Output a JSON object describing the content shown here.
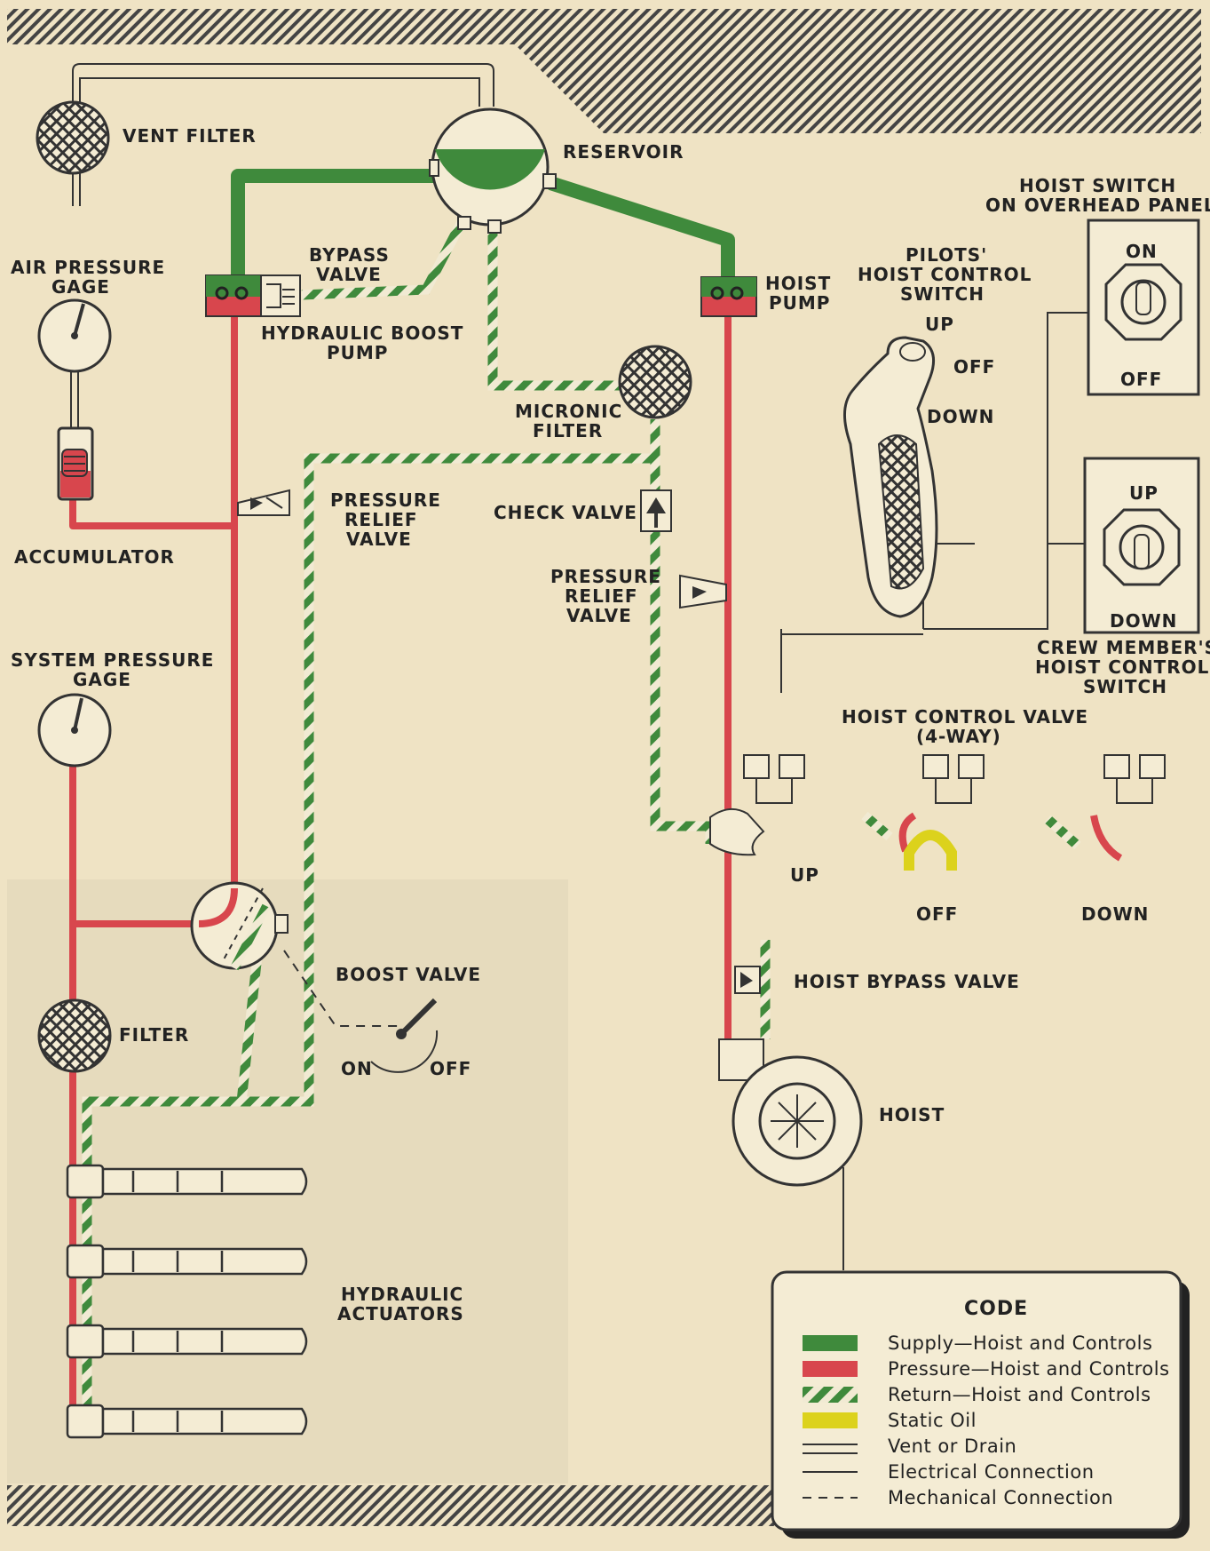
{
  "labels": {
    "vent_filter": "VENT FILTER",
    "reservoir": "RESERVOIR",
    "hoist_switch_1": "HOIST SWITCH",
    "hoist_switch_2": "ON OVERHEAD PANEL",
    "air_gage_1": "AIR PRESSURE",
    "air_gage_2": "GAGE",
    "bypass_valve_1": "BYPASS",
    "bypass_valve_2": "VALVE",
    "hoist_pump_1": "HOIST",
    "hoist_pump_2": "PUMP",
    "pilots_switch_1": "PILOTS'",
    "pilots_switch_2": "HOIST CONTROL",
    "pilots_switch_3": "SWITCH",
    "boost_pump_1": "HYDRAULIC BOOST",
    "boost_pump_2": "PUMP",
    "micronic_1": "MICRONIC",
    "micronic_2": "FILTER",
    "pilot_up": "UP",
    "pilot_off": "OFF",
    "pilot_down": "DOWN",
    "overhead_on": "ON",
    "overhead_off": "OFF",
    "relief1_1": "PRESSURE",
    "relief1_2": "RELIEF",
    "relief1_3": "VALVE",
    "check_valve": "CHECK VALVE",
    "relief2_1": "PRESSURE",
    "relief2_2": "RELIEF",
    "relief2_3": "VALVE",
    "accumulator": "ACCUMULATOR",
    "crew_up": "UP",
    "crew_down": "DOWN",
    "crew_1": "CREW MEMBER'S",
    "crew_2": "HOIST CONTROL",
    "crew_3": "SWITCH",
    "sys_gage_1": "SYSTEM PRESSURE",
    "sys_gage_2": "GAGE",
    "hcv_1": "HOIST CONTROL VALVE",
    "hcv_2": "(4-WAY)",
    "valve_up": "UP",
    "valve_off": "OFF",
    "valve_down": "DOWN",
    "boost_valve": "BOOST VALVE",
    "boost_on": "ON",
    "boost_off": "OFF",
    "hoist_bypass": "HOIST BYPASS VALVE",
    "filter": "FILTER",
    "hoist": "HOIST",
    "actuators_1": "HYDRAULIC",
    "actuators_2": "ACTUATORS"
  },
  "code": {
    "title": "CODE",
    "items": [
      {
        "label": "Supply—Hoist and Controls",
        "style": "supply"
      },
      {
        "label": "Pressure—Hoist and Controls",
        "style": "pressure"
      },
      {
        "label": "Return—Hoist and Controls",
        "style": "return"
      },
      {
        "label": "Static Oil",
        "style": "static"
      },
      {
        "label": "Vent or Drain",
        "style": "vent"
      },
      {
        "label": "Electrical Connection",
        "style": "electrical"
      },
      {
        "label": "Mechanical Connection",
        "style": "mechanical"
      }
    ]
  },
  "colors": {
    "supply": "#3f8a3c",
    "pressure": "#d8464d",
    "return_stripe": "#3f8a3c",
    "static": "#dcd21c",
    "background": "#efe3c4",
    "line": "#333333"
  }
}
